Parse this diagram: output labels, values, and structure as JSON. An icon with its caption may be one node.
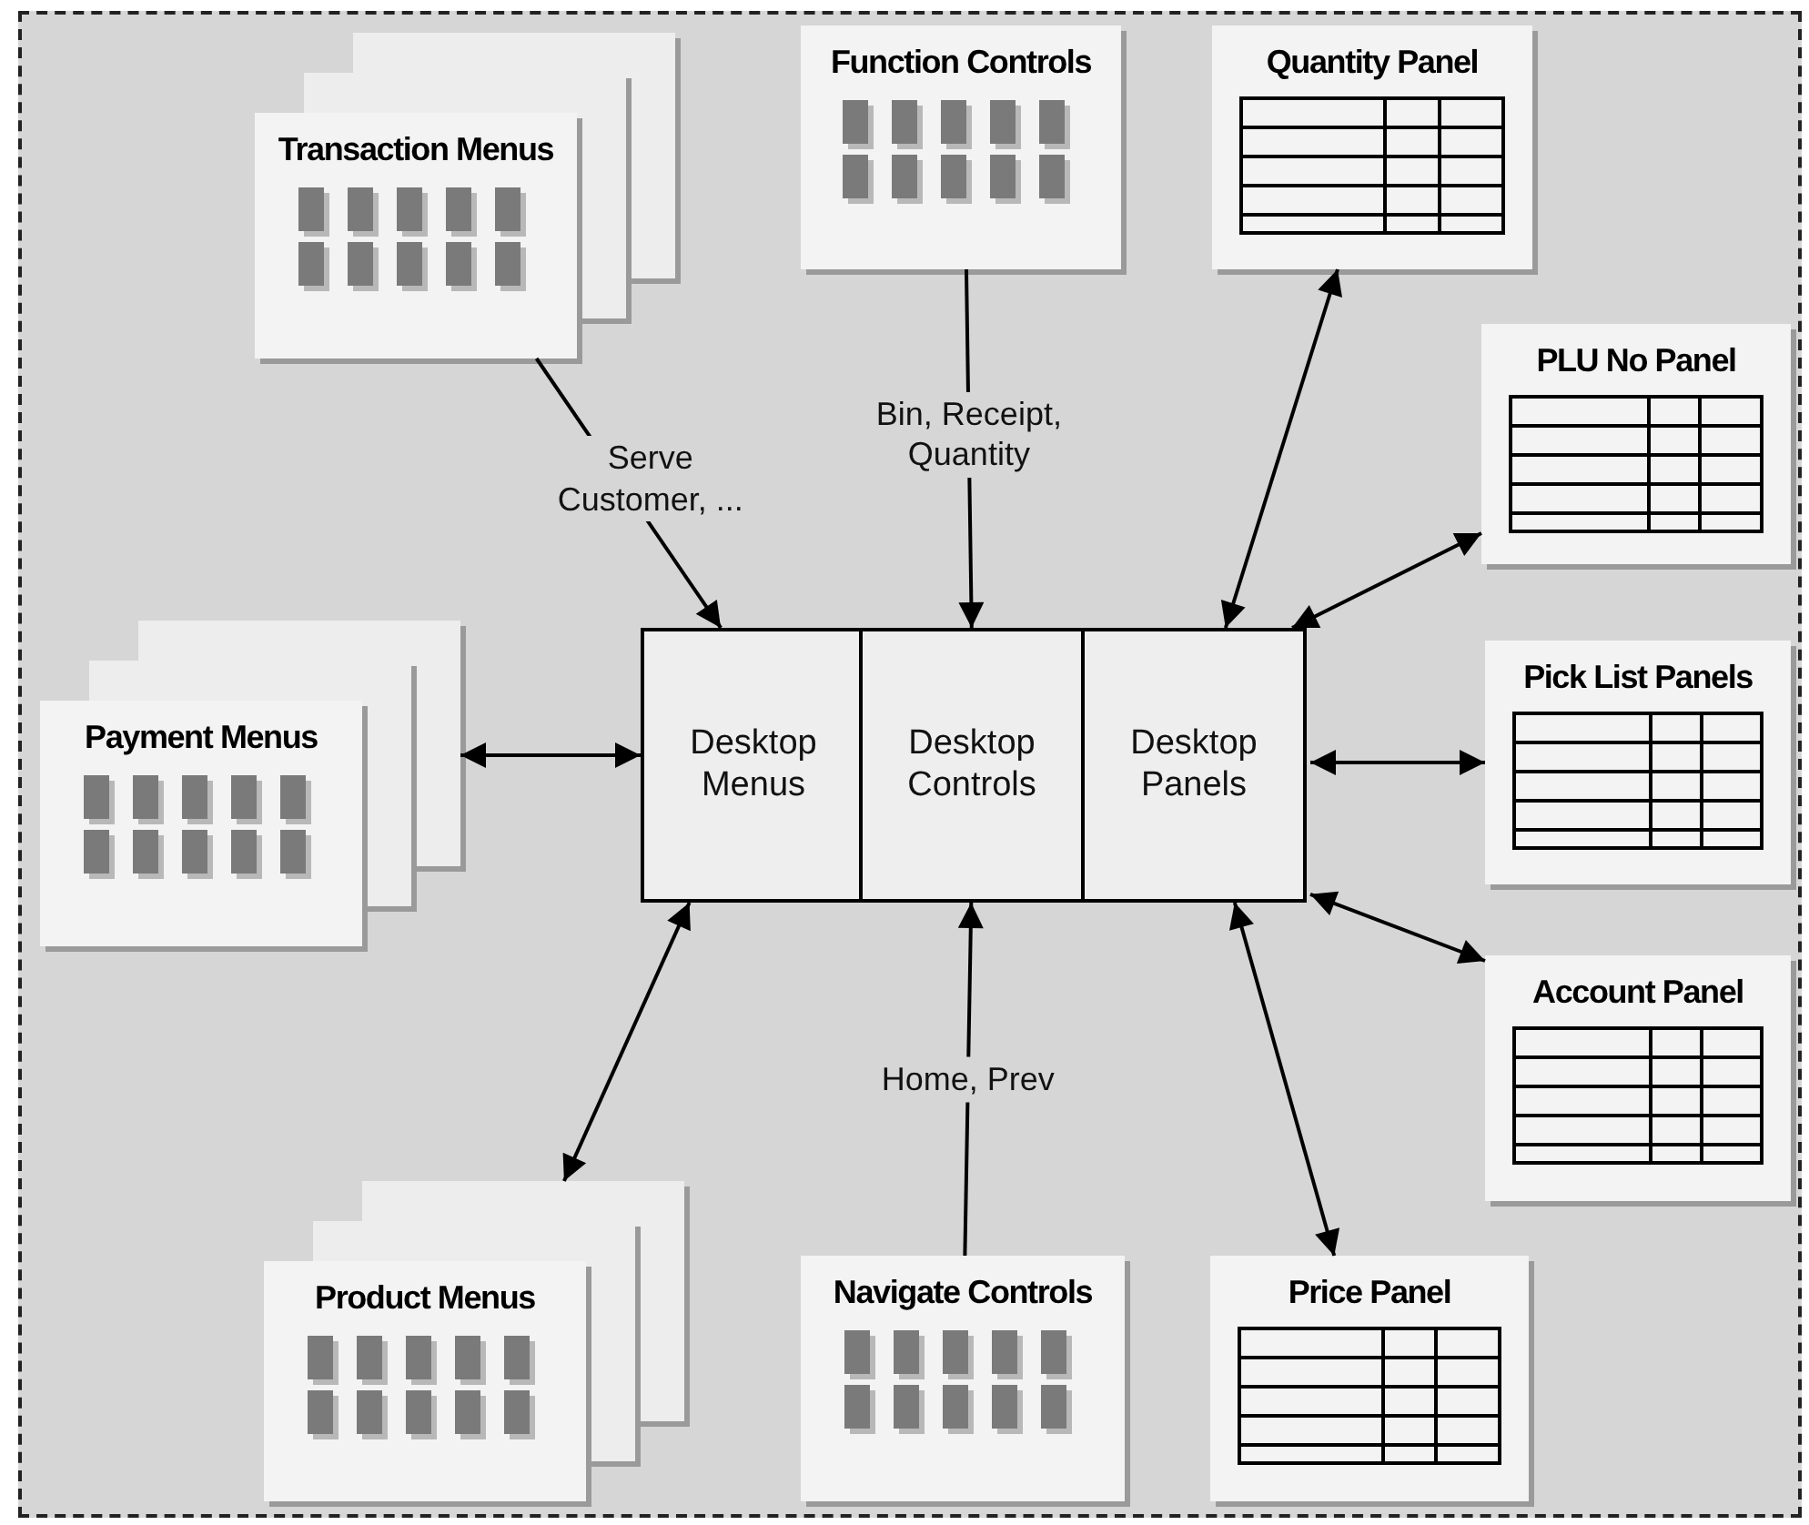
{
  "diagram": {
    "nodes": [
      {
        "text": [
          "Transaction Menus"
        ]
      },
      {
        "text": [
          "Function Controls"
        ]
      },
      {
        "text": [
          "Quantity Panel"
        ]
      },
      {
        "text": [
          "PLU No Panel"
        ]
      },
      {
        "text": [
          "Payment Menus"
        ]
      },
      {
        "text": [
          "Desktop Menus"
        ]
      },
      {
        "text": [
          "Desktop Controls"
        ]
      },
      {
        "text": [
          "Desktop Panels"
        ]
      },
      {
        "text": [
          "Pick List Panels"
        ]
      },
      {
        "text": [
          "Account Panel"
        ]
      },
      {
        "text": [
          "Product Menus"
        ]
      },
      {
        "text": [
          "Navigate Controls"
        ]
      },
      {
        "text": [
          "Price Panel"
        ]
      }
    ],
    "edges": [
      {
        "from": 0,
        "to": 5,
        "arrow": "to",
        "label": "Serve Customer, ..."
      },
      {
        "from": 1,
        "to": 6,
        "arrow": "to",
        "label": "Bin, Receipt, Quantity"
      },
      {
        "from": 7,
        "to": 2,
        "arrow": "both"
      },
      {
        "from": 7,
        "to": 3,
        "arrow": "both"
      },
      {
        "from": 5,
        "to": 4,
        "arrow": "both"
      },
      {
        "from": 7,
        "to": 8,
        "arrow": "both"
      },
      {
        "from": 7,
        "to": 9,
        "arrow": "both"
      },
      {
        "from": 5,
        "to": 10,
        "arrow": "both"
      },
      {
        "from": 11,
        "to": 6,
        "arrow": "to",
        "label": "Home, Prev"
      },
      {
        "from": 7,
        "to": 12,
        "arrow": "both"
      }
    ]
  }
}
